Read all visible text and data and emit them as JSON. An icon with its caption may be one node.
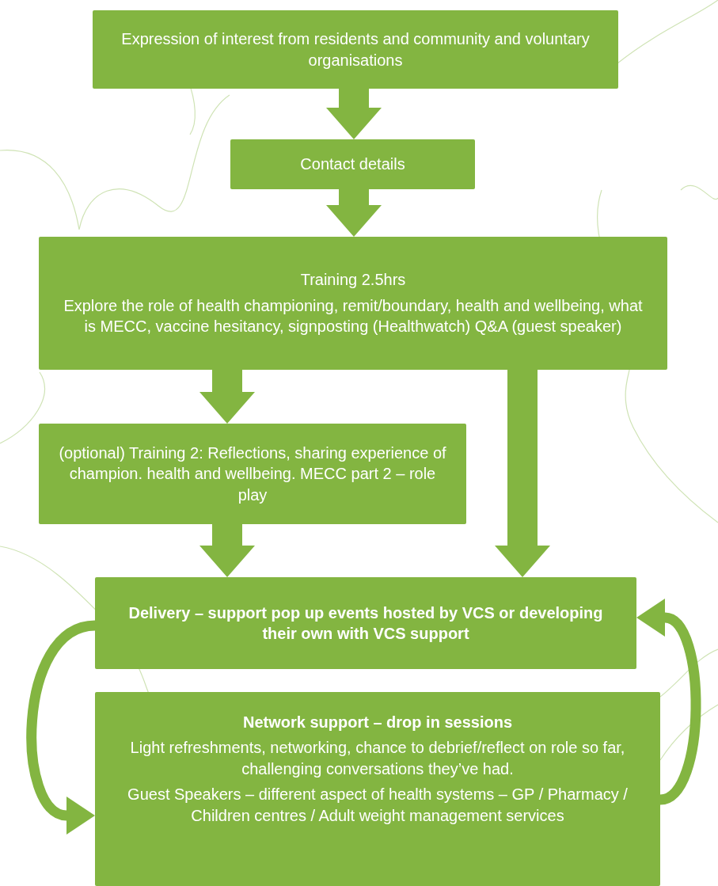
{
  "diagram": {
    "nodes": [
      {
        "text": [
          "Expression of interest from residents and community and voluntary organisations"
        ]
      },
      {
        "text": [
          "Contact details"
        ]
      },
      {
        "text": [
          "Training 2.5hrs",
          "Explore the role of health championing, remit/boundary, health and wellbeing, what is MECC, vaccine hesitancy, signposting (Healthwatch) Q&A (guest speaker)"
        ]
      },
      {
        "text": [
          "(optional) Training 2: Reflections, sharing experience of champion. health and wellbeing. MECC part 2 – role play"
        ]
      },
      {
        "text": [
          "Delivery – support pop up events hosted by VCS or developing their own with VCS support"
        ]
      },
      {
        "text": [
          "Network support – drop in sessions",
          "Light refreshments, networking, chance to debrief/reflect on role so far, challenging conversations they’ve had.",
          "Guest Speakers – different aspect of health systems – GP / Pharmacy / Children centres / Adult weight management services"
        ]
      }
    ],
    "edges": [
      {
        "from": 0,
        "to": 1,
        "arrow": "to"
      },
      {
        "from": 1,
        "to": 2,
        "arrow": "to"
      },
      {
        "from": 2,
        "to": 3,
        "arrow": "to"
      },
      {
        "from": 3,
        "to": 4,
        "arrow": "to"
      },
      {
        "from": 2,
        "to": 4,
        "arrow": "to"
      },
      {
        "from": 4,
        "to": 5,
        "arrow": "to"
      },
      {
        "from": 5,
        "to": 4,
        "arrow": "to"
      }
    ]
  }
}
